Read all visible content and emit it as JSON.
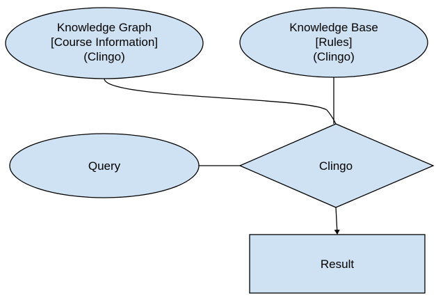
{
  "colors": {
    "node_fill": "#cfe2f3",
    "node_stroke": "#000000",
    "edge_stroke": "#000000",
    "background": "#ffffff"
  },
  "nodes": {
    "knowledge_graph": {
      "shape": "ellipse",
      "lines": [
        "Knowledge Graph",
        "[Course Information]",
        "(Clingo)"
      ]
    },
    "knowledge_base": {
      "shape": "ellipse",
      "lines": [
        "Knowledge Base",
        "[Rules]",
        "(Clingo)"
      ]
    },
    "query": {
      "shape": "ellipse",
      "lines": [
        "Query"
      ]
    },
    "clingo": {
      "shape": "diamond",
      "lines": [
        "Clingo"
      ]
    },
    "result": {
      "shape": "rectangle",
      "lines": [
        "Result"
      ]
    }
  },
  "edges": [
    {
      "from": "knowledge_graph",
      "to": "clingo",
      "arrow": false
    },
    {
      "from": "knowledge_base",
      "to": "clingo",
      "arrow": false
    },
    {
      "from": "query",
      "to": "clingo",
      "arrow": false
    },
    {
      "from": "clingo",
      "to": "result",
      "arrow": true
    }
  ]
}
